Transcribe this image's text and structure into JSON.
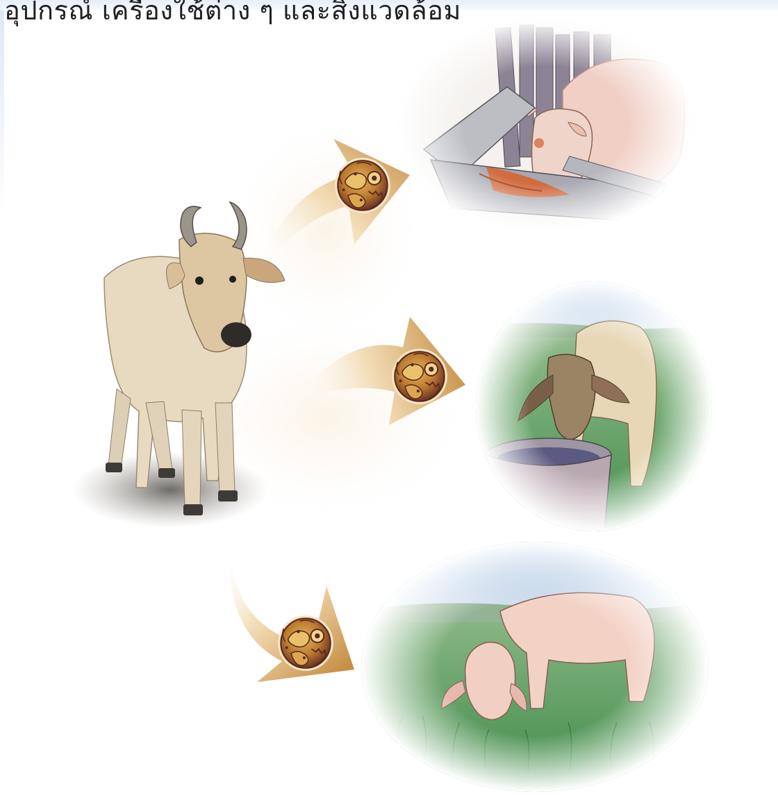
{
  "caption": "อุปกรณ์ เครื่องใช้ต่าง ๆ และสิ่งแวดล้อม",
  "colors": {
    "arrow_dark": "#c9944a",
    "arrow_light": "#f3dcb5",
    "germ": "#7a3e2a",
    "germ_fill": "#d39a3f",
    "cow_body": "#e6d7bf",
    "cow_shadow": "#6e6a62",
    "grass": "#4f9a55",
    "sky": "#b8cde8",
    "pink_cow": "#f2cfc4"
  },
  "icons": [
    "pathogen-particle-icon",
    "transmission-arrow-icon"
  ],
  "scenes": [
    "trough-feeding",
    "water-tub-drinking",
    "pasture-grazing"
  ]
}
